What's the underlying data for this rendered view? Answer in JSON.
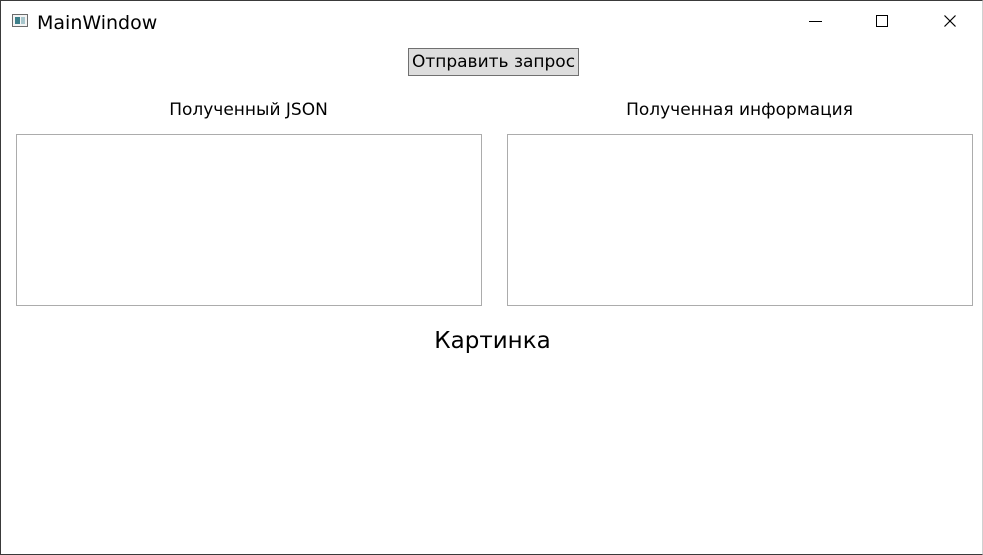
{
  "window": {
    "title": "MainWindow",
    "icon": "window-app-icon",
    "controls": {
      "minimize_icon": "minimize-icon",
      "maximize_icon": "maximize-icon",
      "close_icon": "close-icon"
    }
  },
  "main": {
    "send_button_label": "Отправить запрос",
    "json_label": "Полученный JSON",
    "json_value": "",
    "info_label": "Полученная информация",
    "info_value": "",
    "picture_label": "Картинка"
  },
  "colors": {
    "button_background": "#dddddd",
    "textbox_border": "#acacac",
    "window_background": "#ffffff"
  }
}
